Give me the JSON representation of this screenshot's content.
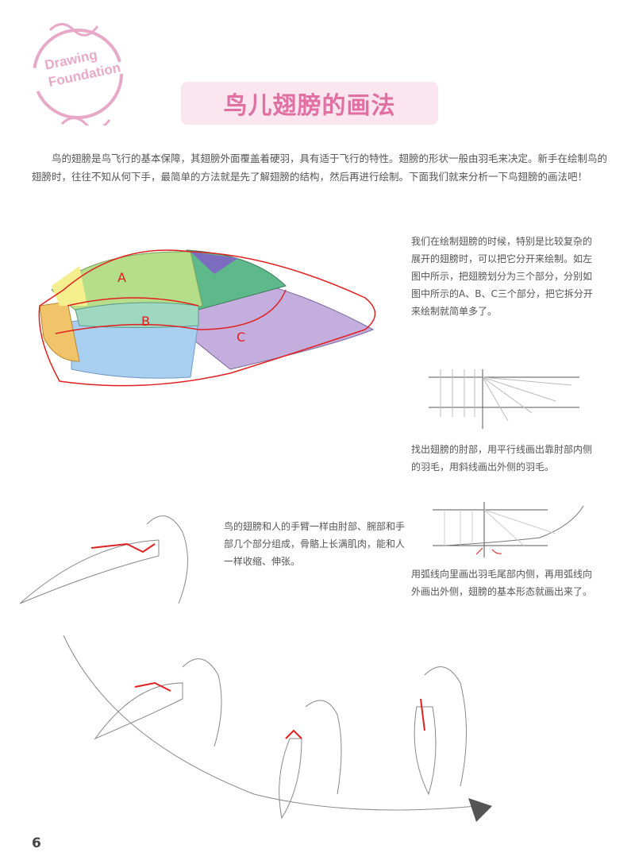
{
  "logo": {
    "line1": "Drawing",
    "line2": "Foundation"
  },
  "title": "鸟儿翅膀的画法",
  "intro": "鸟的翅膀是鸟飞行的基本保障，其翅膀外面覆盖着硬羽，具有适于飞行的特性。翅膀的形状一般由羽毛来决定。新手在绘制鸟的翅膀时，往往不知从何下手，最简单的方法就是先了解翅膀的结构，然后再进行绘制。下面我们就来分析一下鸟翅膀的画法吧！",
  "wing_diagram": {
    "label_a": "A",
    "label_b": "B",
    "label_c": "C"
  },
  "notes": {
    "sections": "我们在绘制翅膀的时候，特别是比较复杂的展开的翅膀时，可以把它分开来绘制。如左图中所示，把翅膀划分为三个部分，分别如图中所示的A、B、C三个部分，把它拆分开来绘制就简单多了。",
    "elbow": "找出翅膀的肘部，用平行线画出靠肘部内侧的羽毛，用斜线画出外侧的羽毛。",
    "arm": "鸟的翅膀和人的手臂一样由肘部、腕部和手部几个部分组成，骨骼上长满肌肉，能和人一样收缩、伸张。",
    "arcs": "用弧线向里画出羽毛尾部内侧，再用弧线向外画出外侧，翅膀的基本形态就画出来了。"
  },
  "page_number": "6",
  "colors": {
    "accent": "#e06fa2",
    "title_bg": "#fbe6ef",
    "logo": "#e8a9c8",
    "outline": "#e02020"
  }
}
